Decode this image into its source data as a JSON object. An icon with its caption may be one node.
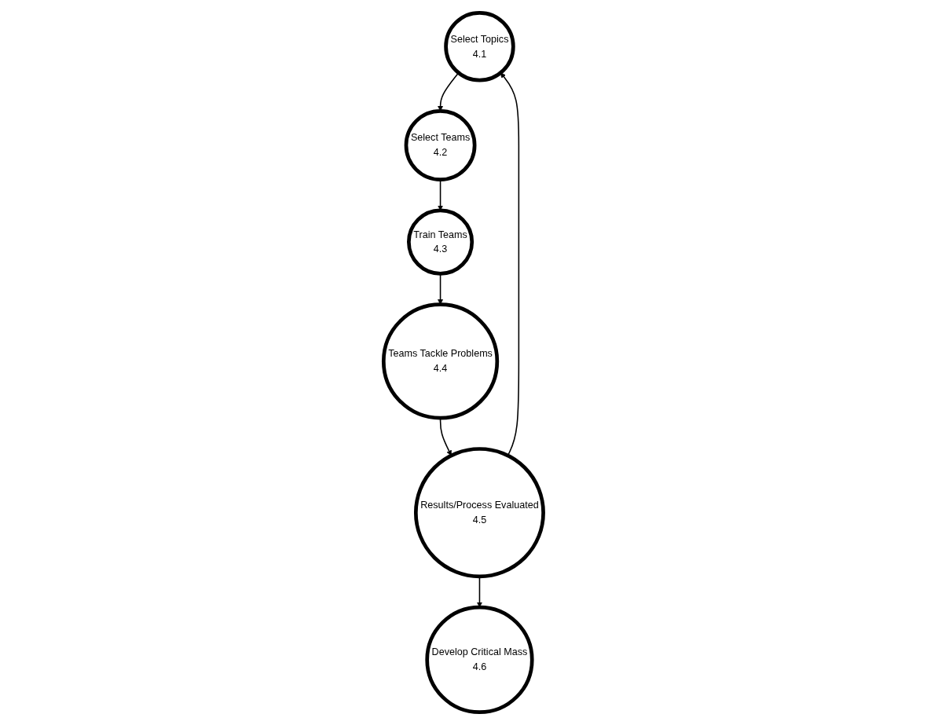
{
  "diagram": {
    "nodes": [
      {
        "text": [
          "Select Topics",
          "4.1"
        ]
      },
      {
        "text": [
          "Select Teams",
          "4.2"
        ]
      },
      {
        "text": [
          "Train Teams",
          "4.3"
        ]
      },
      {
        "text": [
          "Teams Tackle Problems",
          "4.4"
        ]
      },
      {
        "text": [
          "Results/Process Evaluated",
          "4.5"
        ]
      },
      {
        "text": [
          "Develop Critical Mass",
          "4.6"
        ]
      }
    ],
    "edges": [
      {
        "from": 0,
        "to": 1,
        "arrow": "to"
      },
      {
        "from": 1,
        "to": 2,
        "arrow": "to"
      },
      {
        "from": 2,
        "to": 3,
        "arrow": "to"
      },
      {
        "from": 3,
        "to": 4,
        "arrow": "to"
      },
      {
        "from": 4,
        "to": 0,
        "arrow": "to"
      },
      {
        "from": 4,
        "to": 5,
        "arrow": "to"
      }
    ]
  }
}
